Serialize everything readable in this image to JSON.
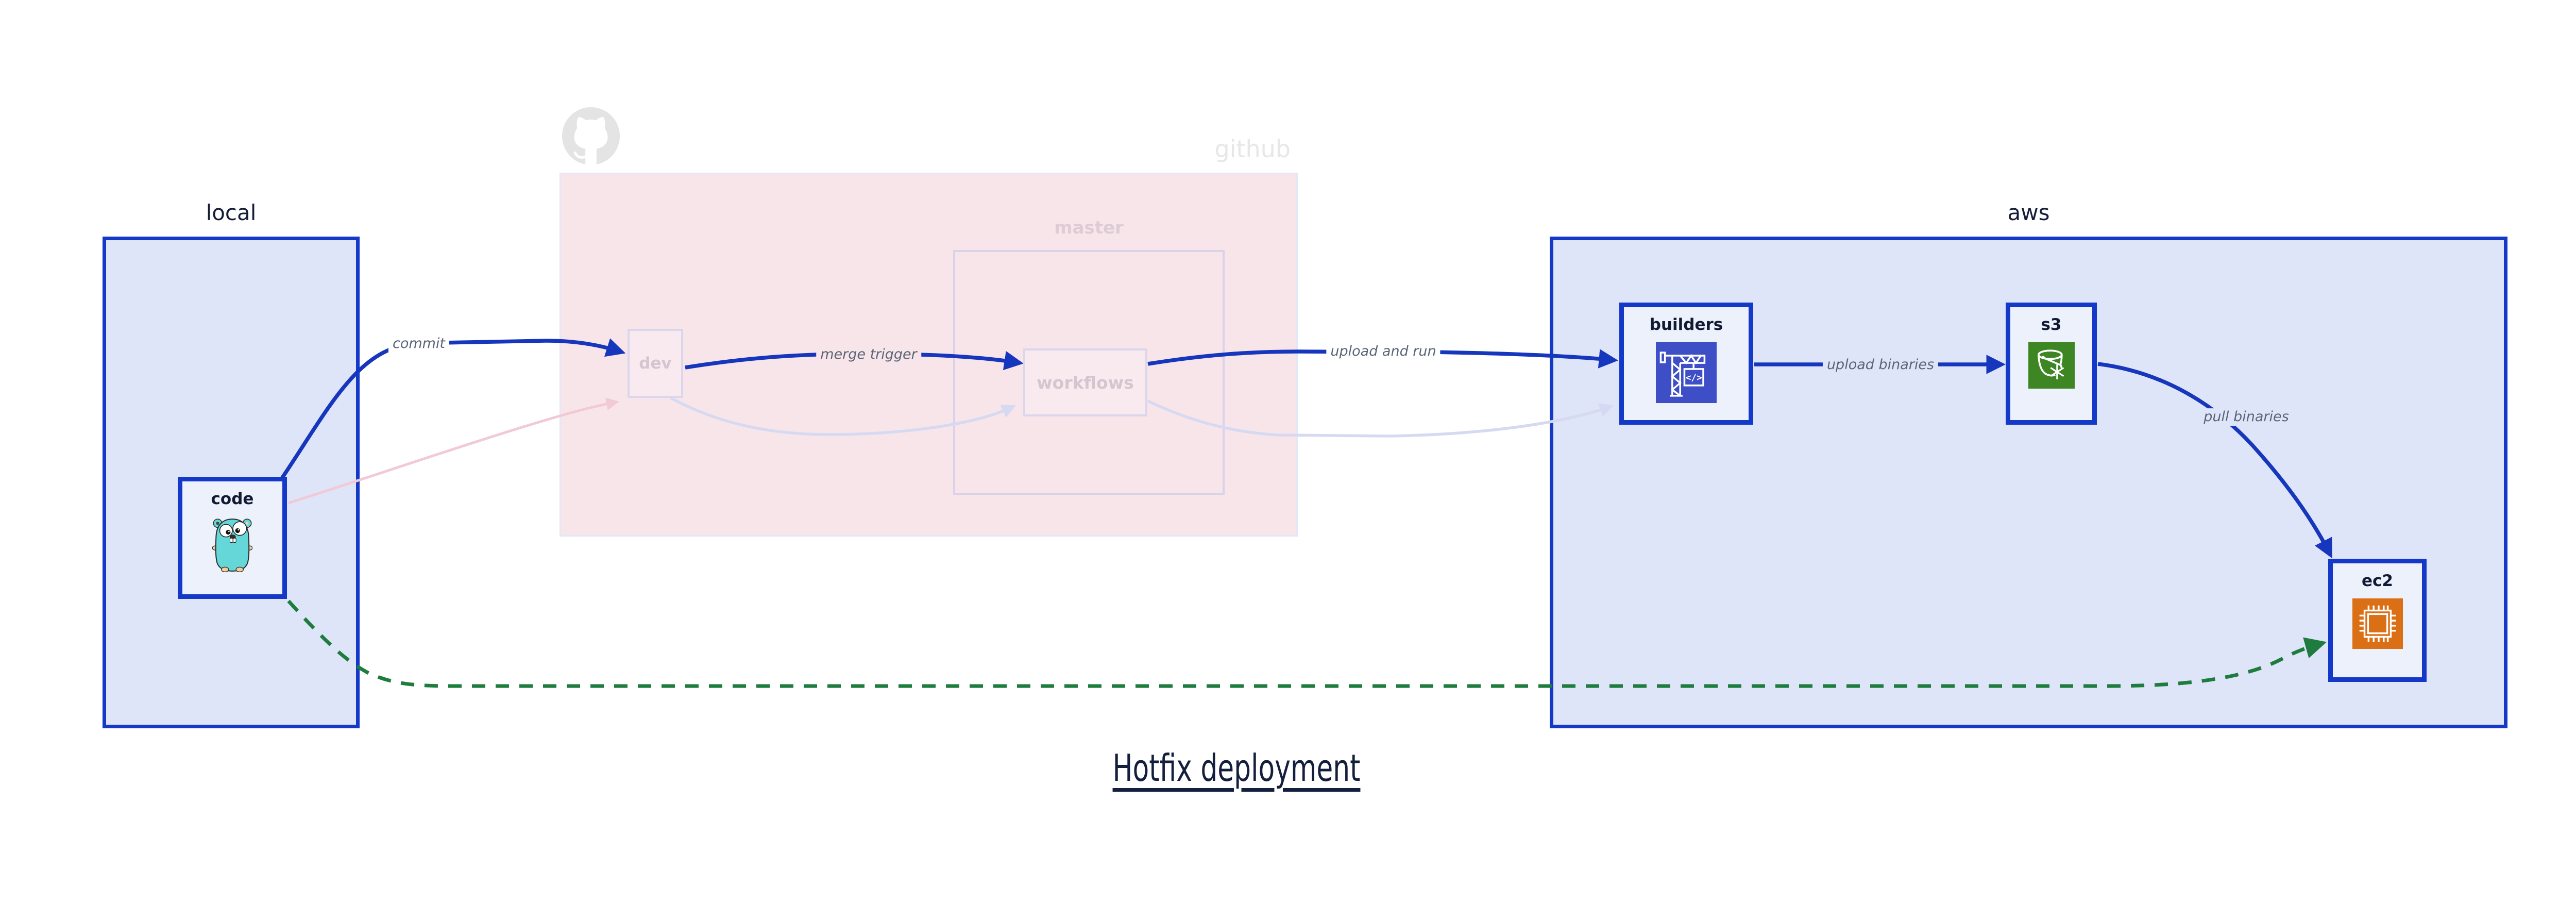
{
  "diagram_title": "Hotfix deployment",
  "regions": {
    "local": {
      "label": "local"
    },
    "github": {
      "label": "github",
      "logo_icon": "octocat-icon",
      "master": {
        "label": "master"
      }
    },
    "aws": {
      "label": "aws"
    }
  },
  "nodes": {
    "code": {
      "label": "code",
      "icon": "gopher-icon"
    },
    "dev": {
      "label": "dev"
    },
    "workflows": {
      "label": "workflows"
    },
    "builders": {
      "label": "builders",
      "icon": "codebuild-crane-icon"
    },
    "s3": {
      "label": "s3",
      "icon": "s3-glacier-bucket-icon"
    },
    "ec2": {
      "label": "ec2",
      "icon": "cpu-chip-icon"
    }
  },
  "edges": [
    {
      "id": "commit",
      "from": "code",
      "to": "dev",
      "label": "commit",
      "style": "solid",
      "color": "#1636bd"
    },
    {
      "id": "merge-trigger",
      "from": "dev",
      "to": "workflows",
      "label": "merge trigger",
      "style": "solid",
      "color": "#1636bd"
    },
    {
      "id": "upload-and-run",
      "from": "workflows",
      "to": "builders",
      "label": "upload and run",
      "style": "solid",
      "color": "#1636bd"
    },
    {
      "id": "upload-binaries",
      "from": "builders",
      "to": "s3",
      "label": "upload binaries",
      "style": "solid",
      "color": "#1636bd"
    },
    {
      "id": "pull-binaries",
      "from": "s3",
      "to": "ec2",
      "label": "pull binaries",
      "style": "solid",
      "color": "#1636bd"
    },
    {
      "id": "hotfix-shortcut",
      "from": "code",
      "to": "ec2",
      "label": "",
      "style": "dashed",
      "color": "#1e7c3e"
    },
    {
      "id": "code-to-dev-faded",
      "from": "code",
      "to": "dev",
      "label": "",
      "style": "faded",
      "color": "#f2c9d6"
    },
    {
      "id": "dev-to-workflows-faded",
      "from": "dev",
      "to": "workflows",
      "label": "",
      "style": "faded",
      "color": "#d5daf2"
    },
    {
      "id": "workflows-to-builders-faded",
      "from": "workflows",
      "to": "builders",
      "label": "",
      "style": "faded",
      "color": "#d5daf2"
    }
  ],
  "colors": {
    "region_fill_blue": "#dee5f8",
    "region_border_blue": "#1438c8",
    "github_fill_pink": "#f8e5ea",
    "edge_blue": "#1636bd",
    "hotfix_green": "#1e7c3e",
    "faded_pink_edge": "#f2c9d6",
    "faded_lavender_edge": "#d5daf2",
    "codebuild_indigo": "#3d4ec6",
    "s3_green": "#3e8624",
    "ec2_orange": "#db6f15",
    "gopher_teal": "#66d7d8",
    "edge_label_gray": "#5a6577",
    "title_navy": "#141f3d"
  }
}
